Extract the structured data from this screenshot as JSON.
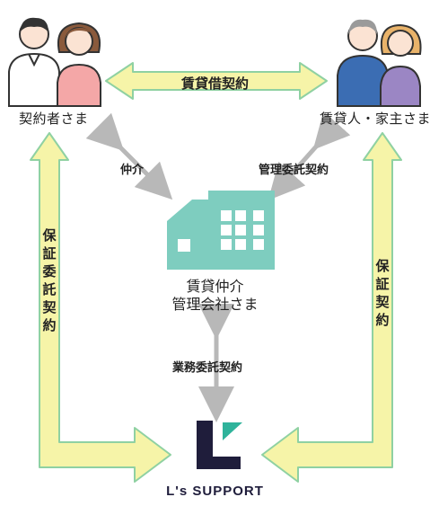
{
  "parties": {
    "tenant": "契約者さま",
    "owner": "賃貸人・家主さま",
    "agency_line1": "賃貸仲介",
    "agency_line2": "管理会社さま"
  },
  "relations": {
    "lease": "賃貸借契約",
    "brokerage": "仲介",
    "management": "管理委託契約",
    "guarantee_left": "保証委託契約",
    "guarantee_right": "保証契約",
    "business": "業務委託契約"
  },
  "logo": {
    "text": "L's SUPPORT"
  },
  "colors": {
    "arrow_fill": "#f6f4a8",
    "arrow_stroke": "#8fd1a2",
    "house": "#7ecdbf",
    "gray_arrow": "#b8b8b8",
    "logo_dark": "#1f1d3b",
    "logo_teal": "#2fb39b"
  }
}
